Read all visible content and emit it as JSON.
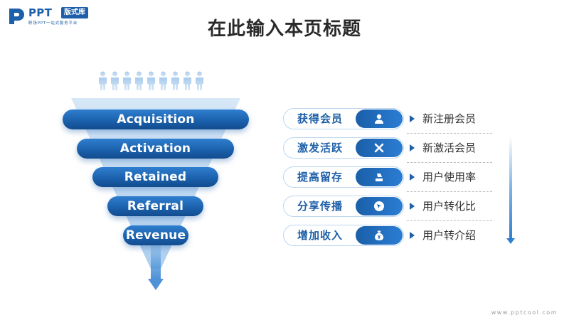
{
  "brand": {
    "name": "PPT",
    "badge": "版式库",
    "tagline": "职场PPT一站式服务平台",
    "color": "#1d5fa8"
  },
  "title": "在此输入本页标题",
  "funnel": {
    "people_count": 9,
    "stages": [
      "Acquisition",
      "Activation",
      "Retained",
      "Referral",
      "Revenue"
    ]
  },
  "rows": [
    {
      "label": "获得会员",
      "icon": "user-icon",
      "desc": "新注册会员"
    },
    {
      "label": "激发活跃",
      "icon": "tools-icon",
      "desc": "新激活会员"
    },
    {
      "label": "提高留存",
      "icon": "save-icon",
      "desc": "用户使用率"
    },
    {
      "label": "分享传播",
      "icon": "cursor-icon",
      "desc": "用户转化比"
    },
    {
      "label": "增加收入",
      "icon": "money-bag-icon",
      "desc": "用户转介绍"
    }
  ],
  "watermark": "www.pptcool.com"
}
